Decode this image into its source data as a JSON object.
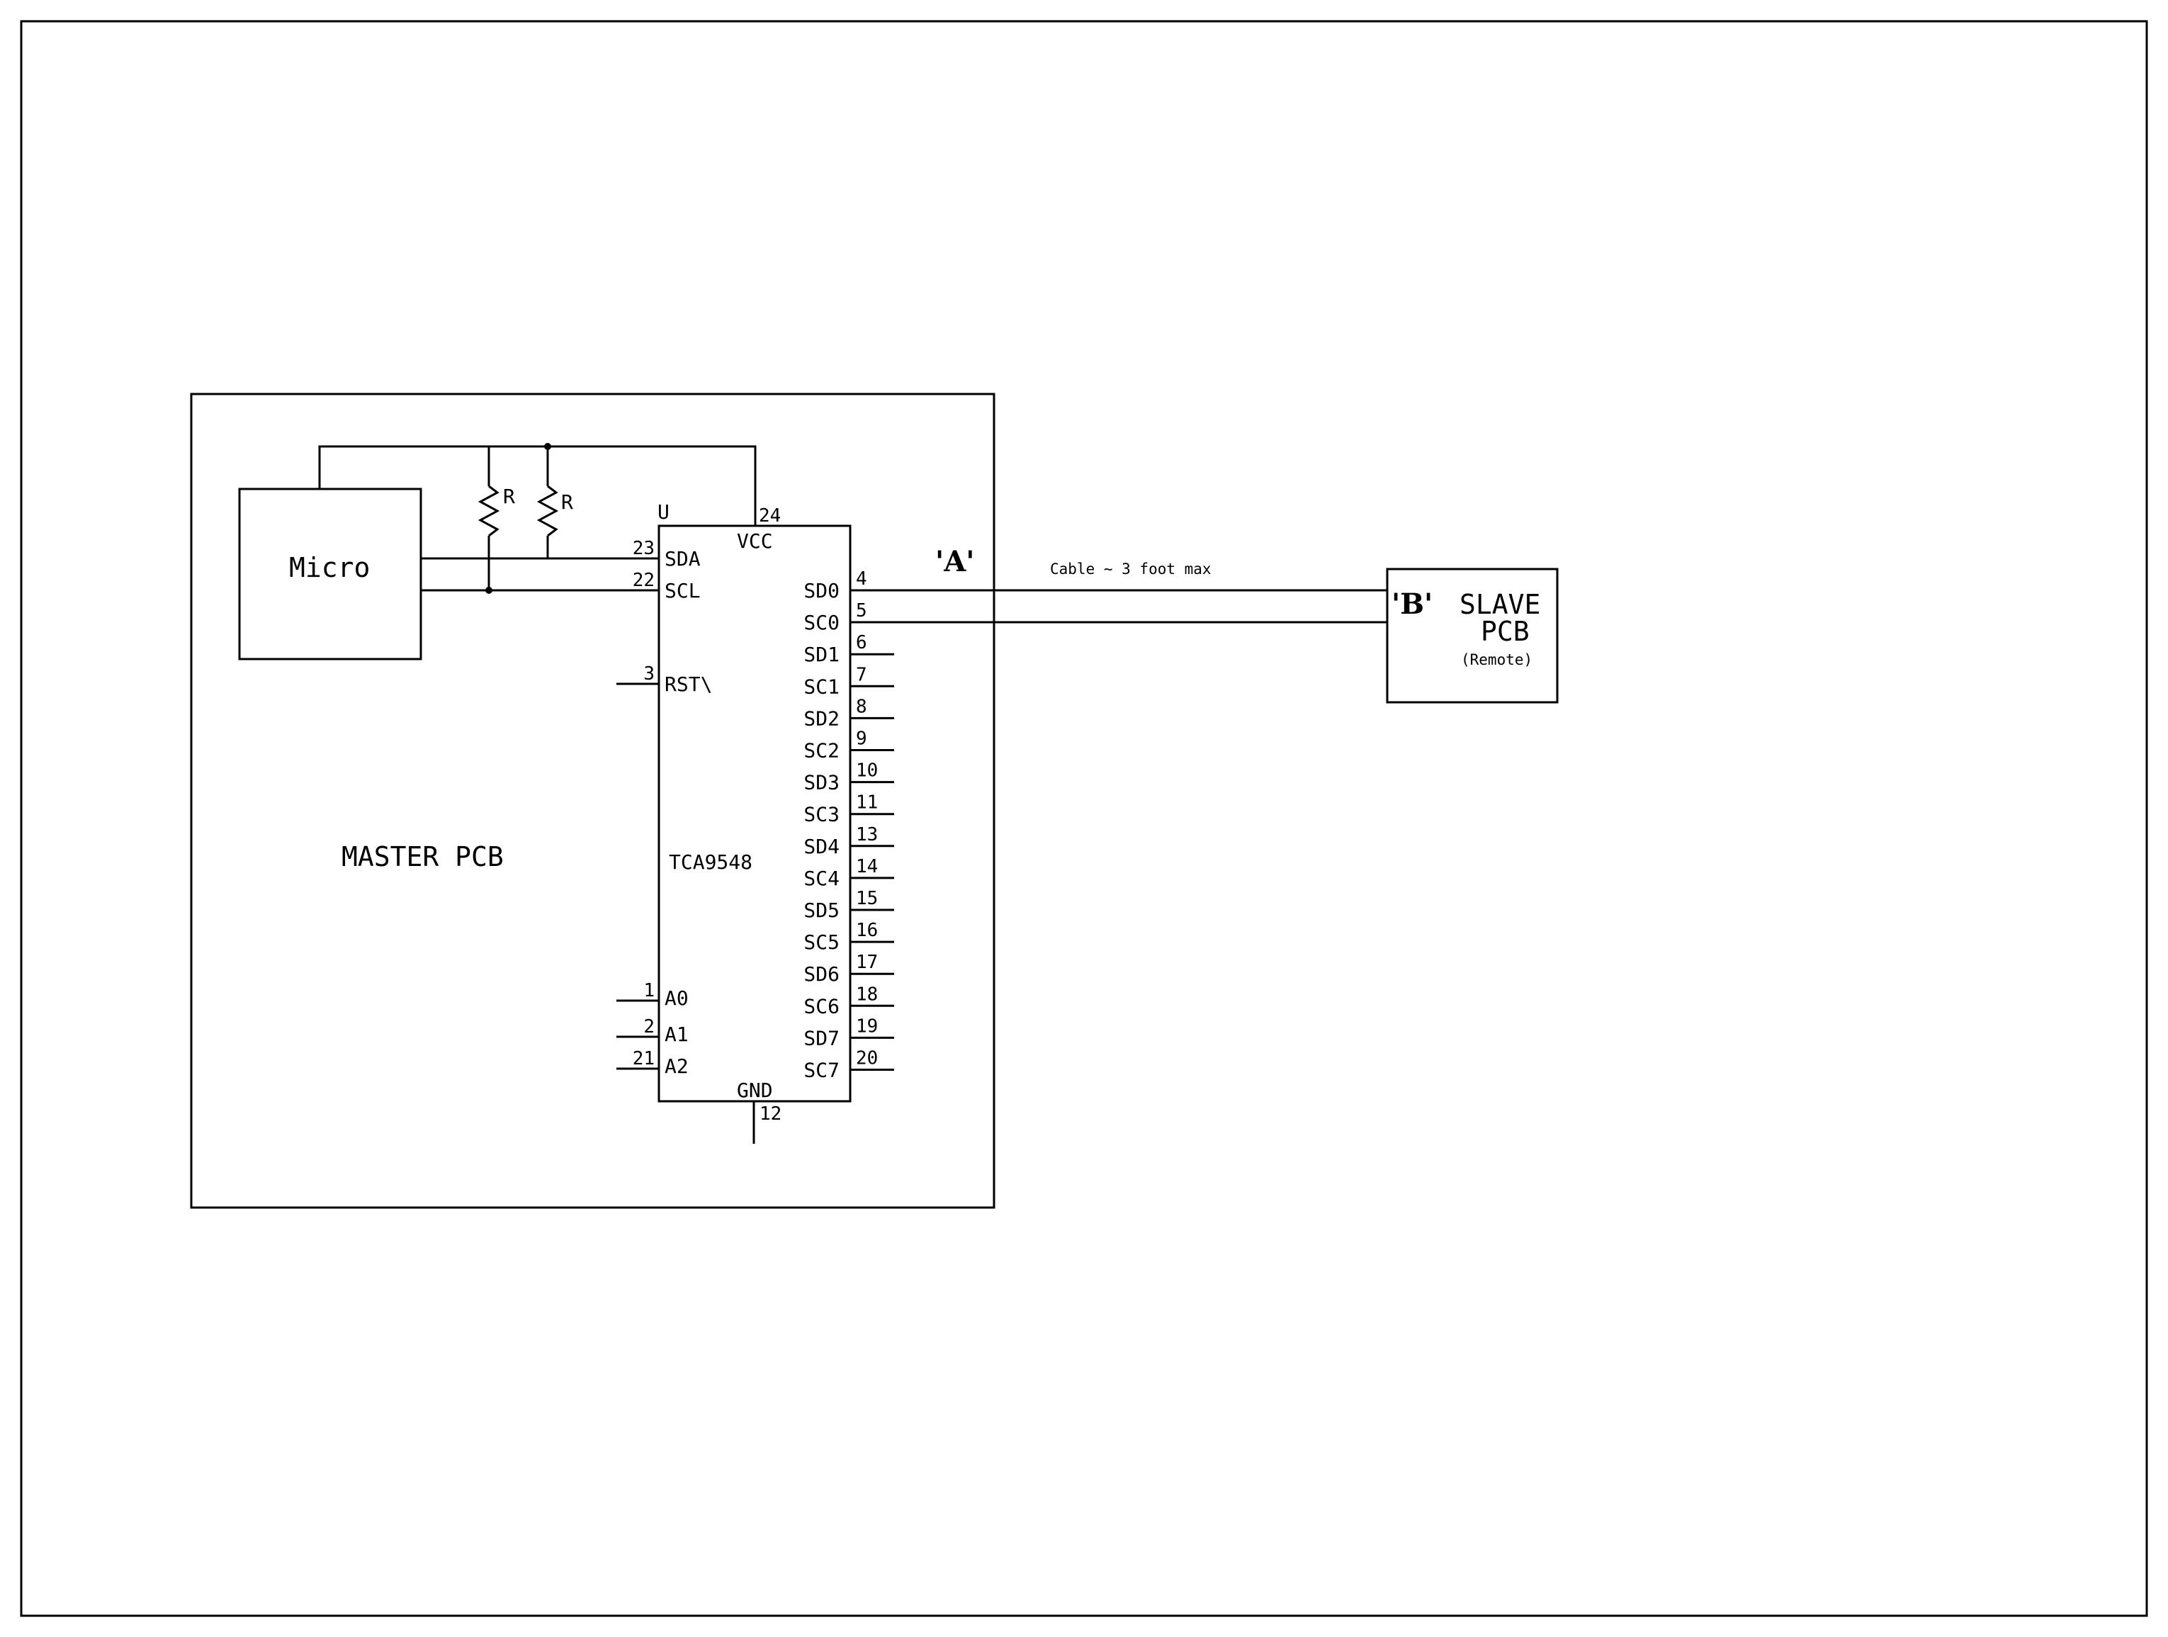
{
  "micro": {
    "label": "Micro"
  },
  "master": {
    "label": "MASTER PCB"
  },
  "resistors": [
    {
      "label": "R"
    },
    {
      "label": "R"
    }
  ],
  "chip": {
    "ref": "U",
    "part": "TCA9548",
    "vcc": {
      "label": "VCC",
      "pin": "24"
    },
    "gnd": {
      "label": "GND",
      "pin": "12"
    },
    "left_pins": [
      {
        "label": "SDA",
        "pin": "23"
      },
      {
        "label": "SCL",
        "pin": "22"
      },
      {
        "label": "RST\\",
        "pin": "3"
      },
      {
        "label": "A0",
        "pin": "1"
      },
      {
        "label": "A1",
        "pin": "2"
      },
      {
        "label": "A2",
        "pin": "21"
      }
    ],
    "right_pins": [
      {
        "label": "SD0",
        "pin": "4"
      },
      {
        "label": "SC0",
        "pin": "5"
      },
      {
        "label": "SD1",
        "pin": "6"
      },
      {
        "label": "SC1",
        "pin": "7"
      },
      {
        "label": "SD2",
        "pin": "8"
      },
      {
        "label": "SC2",
        "pin": "9"
      },
      {
        "label": "SD3",
        "pin": "10"
      },
      {
        "label": "SC3",
        "pin": "11"
      },
      {
        "label": "SD4",
        "pin": "13"
      },
      {
        "label": "SC4",
        "pin": "14"
      },
      {
        "label": "SD5",
        "pin": "15"
      },
      {
        "label": "SC5",
        "pin": "16"
      },
      {
        "label": "SD6",
        "pin": "17"
      },
      {
        "label": "SC6",
        "pin": "18"
      },
      {
        "label": "SD7",
        "pin": "19"
      },
      {
        "label": "SC7",
        "pin": "20"
      }
    ]
  },
  "markers": {
    "a": "'A'",
    "b": "'B'"
  },
  "cable": {
    "label": "Cable ~ 3 foot max"
  },
  "slave": {
    "line1": "SLAVE",
    "line2": "PCB",
    "note": "(Remote)"
  }
}
